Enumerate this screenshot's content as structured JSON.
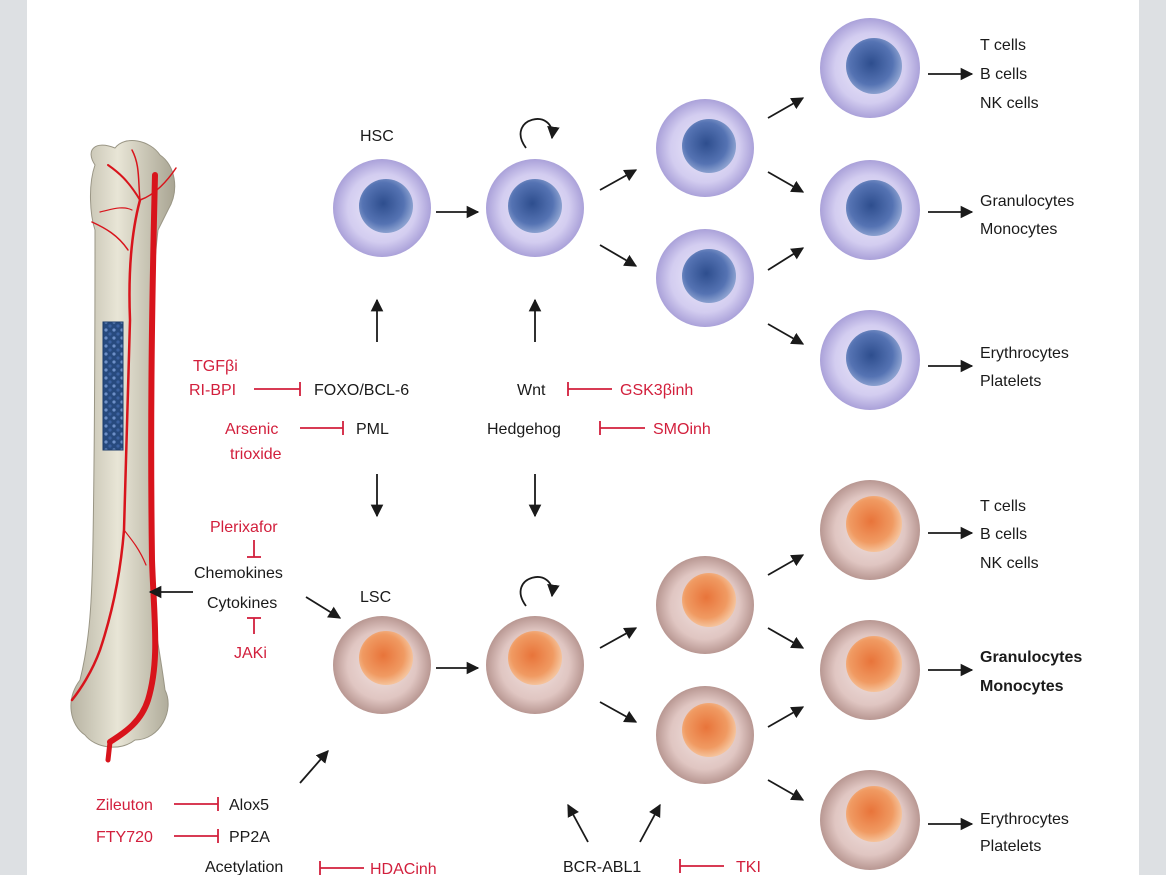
{
  "cells": {
    "hsc_label": "HSC",
    "lsc_label": "LSC"
  },
  "outputs_normal": {
    "lymphoid": [
      "T cells",
      "B cells",
      "NK cells"
    ],
    "myeloid": [
      "Granulocytes",
      "Monocytes"
    ],
    "erythroid": [
      "Erythrocytes",
      "Platelets"
    ]
  },
  "outputs_leukemic": {
    "lymphoid": [
      "T cells",
      "B cells",
      "NK cells"
    ],
    "myeloid": [
      "Granulocytes",
      "Monocytes"
    ],
    "erythroid": [
      "Erythrocytes",
      "Platelets"
    ]
  },
  "pathways": {
    "foxo": "FOXO/BCL-6",
    "pml": "PML",
    "wnt": "Wnt",
    "hedgehog": "Hedgehog",
    "chemokines": "Chemokines",
    "cytokines": "Cytokines",
    "alox5": "Alox5",
    "pp2a": "PP2A",
    "acetylation": "Acetylation",
    "bcr_abl": "BCR-ABL1"
  },
  "inhibitors": {
    "tgfb": "TGFβi",
    "ri_bpi": "RI-BPI",
    "arsenic_1": "Arsenic",
    "arsenic_2": "trioxide",
    "gsk3": "GSK3βinh",
    "smo": "SMOinh",
    "plerixafor": "Plerixafor",
    "jaki": "JAKi",
    "zileuton": "Zileuton",
    "fty720": "FTY720",
    "hdac": "HDACinh",
    "tki": "TKI"
  },
  "colors": {
    "inhibitor": "#d21f3c",
    "normal_cell": "#c9c3ec",
    "normal_nucleus": "#5573b3",
    "leukemic_cell": "#d9b9b5",
    "leukemic_nucleus": "#ef8c4e",
    "bone": "#ddd9c7",
    "artery": "#d8141c"
  }
}
